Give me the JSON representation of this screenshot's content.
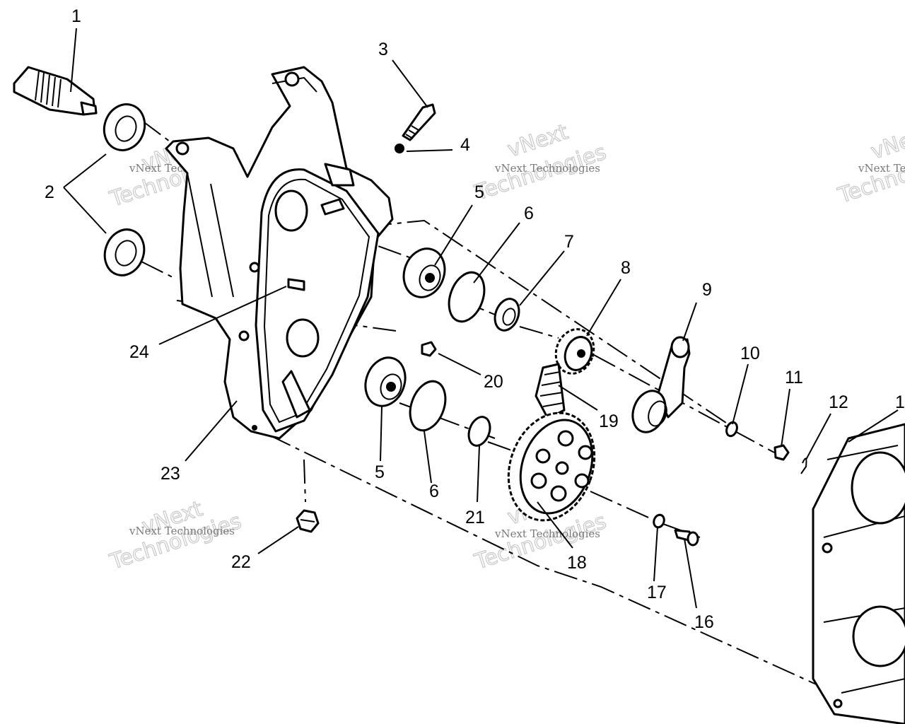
{
  "diagram": {
    "callouts": [
      {
        "id": "1",
        "label": "1"
      },
      {
        "id": "2",
        "label": "2"
      },
      {
        "id": "3",
        "label": "3"
      },
      {
        "id": "4",
        "label": "4"
      },
      {
        "id": "5a",
        "label": "5"
      },
      {
        "id": "5b",
        "label": "5"
      },
      {
        "id": "6a",
        "label": "6"
      },
      {
        "id": "6b",
        "label": "6"
      },
      {
        "id": "7",
        "label": "7"
      },
      {
        "id": "8",
        "label": "8"
      },
      {
        "id": "9",
        "label": "9"
      },
      {
        "id": "10",
        "label": "10"
      },
      {
        "id": "11",
        "label": "11"
      },
      {
        "id": "12",
        "label": "12"
      },
      {
        "id": "13",
        "label": "1"
      },
      {
        "id": "16",
        "label": "16"
      },
      {
        "id": "17",
        "label": "17"
      },
      {
        "id": "18",
        "label": "18"
      },
      {
        "id": "19",
        "label": "19"
      },
      {
        "id": "20",
        "label": "20"
      },
      {
        "id": "21",
        "label": "21"
      },
      {
        "id": "22",
        "label": "22"
      },
      {
        "id": "23",
        "label": "23"
      },
      {
        "id": "24",
        "label": "24"
      }
    ]
  },
  "watermark": {
    "line1": "vNext Technologies",
    "big1": "vNext",
    "big2": "Technologies"
  }
}
